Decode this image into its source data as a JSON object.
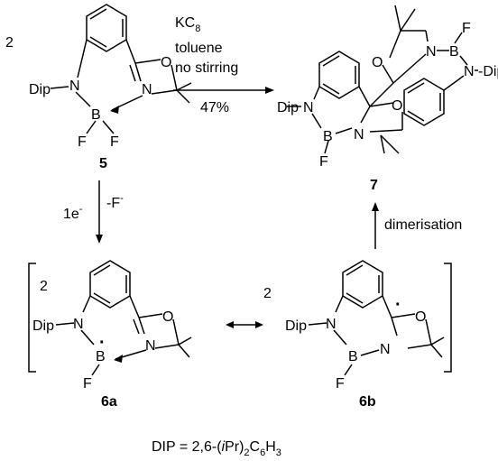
{
  "reaction_top": {
    "coefficient": "2",
    "reagent_line1": "KC",
    "reagent_line1_sub": "8",
    "reagent_line2": "toluene",
    "reagent_line3": "no stirring",
    "yield": "47%"
  },
  "reaction_down": {
    "electron": "1e",
    "electron_sup": "-",
    "fluoride": "-F",
    "fluoride_sup": "-"
  },
  "reaction_up": {
    "label": "dimerisation"
  },
  "bracket": {
    "coefficient_left": "2",
    "coefficient_right": "2"
  },
  "compounds": {
    "c5": {
      "label": "5"
    },
    "c6a": {
      "label": "6a"
    },
    "c6b": {
      "label": "6b"
    },
    "c7": {
      "label": "7"
    }
  },
  "atoms": {
    "dip": "Dip",
    "n": "N",
    "b": "B",
    "f": "F",
    "o": "O",
    "radical": "·"
  },
  "footnote": {
    "prefix": "DIP = 2,6-(",
    "italic": "i",
    "mid": "Pr)",
    "sub1": "2",
    "mid2": "C",
    "sub2": "6",
    "mid3": "H",
    "sub3": "3"
  }
}
